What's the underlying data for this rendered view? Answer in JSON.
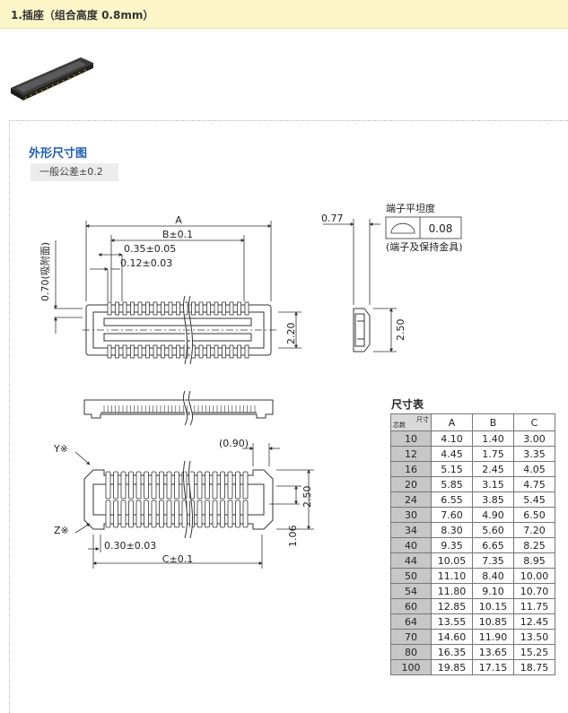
{
  "header": {
    "title": "1.插座（组合高度 0.8mm）"
  },
  "section": {
    "title": "外形尺寸图",
    "tolerance": "一般公差±0.2"
  },
  "drawing": {
    "top_view": {
      "dim_a": "A",
      "dim_b": "B±0.1",
      "dim_pitch": "0.35±0.05",
      "dim_lead": "0.12±0.03",
      "dim_suction": "0.70(吸附面)",
      "dim_width": "2.20"
    },
    "side_view": {
      "dim_077": "0.77",
      "dim_250": "2.50",
      "flatness_title": "端子平坦度",
      "flatness_value": "0.08",
      "flatness_note": "(端子及保持金具)"
    },
    "bottom_view": {
      "mark_y": "Y※",
      "mark_z": "Z※",
      "dim_090": "(0.90)",
      "dim_250": "2.50",
      "dim_106": "1.06",
      "dim_030": "0.30±0.03",
      "dim_c": "C±0.1"
    }
  },
  "size_table": {
    "title": "尺寸表",
    "corner_top": "尺寸",
    "corner_bottom": "芯数",
    "columns": [
      "A",
      "B",
      "C"
    ],
    "rows": [
      {
        "key": "10",
        "A": "4.10",
        "B": "1.40",
        "C": "3.00"
      },
      {
        "key": "12",
        "A": "4.45",
        "B": "1.75",
        "C": "3.35"
      },
      {
        "key": "16",
        "A": "5.15",
        "B": "2.45",
        "C": "4.05"
      },
      {
        "key": "20",
        "A": "5.85",
        "B": "3.15",
        "C": "4.75"
      },
      {
        "key": "24",
        "A": "6.55",
        "B": "3.85",
        "C": "5.45"
      },
      {
        "key": "30",
        "A": "7.60",
        "B": "4.90",
        "C": "6.50"
      },
      {
        "key": "34",
        "A": "8.30",
        "B": "5.60",
        "C": "7.20"
      },
      {
        "key": "40",
        "A": "9.35",
        "B": "6.65",
        "C": "8.25"
      },
      {
        "key": "44",
        "A": "10.05",
        "B": "7.35",
        "C": "8.95"
      },
      {
        "key": "50",
        "A": "11.10",
        "B": "8.40",
        "C": "10.00"
      },
      {
        "key": "54",
        "A": "11.80",
        "B": "9.10",
        "C": "10.70"
      },
      {
        "key": "60",
        "A": "12.85",
        "B": "10.15",
        "C": "11.75"
      },
      {
        "key": "64",
        "A": "13.55",
        "B": "10.85",
        "C": "12.45"
      },
      {
        "key": "70",
        "A": "14.60",
        "B": "11.90",
        "C": "13.50"
      },
      {
        "key": "80",
        "A": "16.35",
        "B": "13.65",
        "C": "15.25"
      },
      {
        "key": "100",
        "A": "19.85",
        "B": "17.15",
        "C": "18.75"
      }
    ]
  }
}
